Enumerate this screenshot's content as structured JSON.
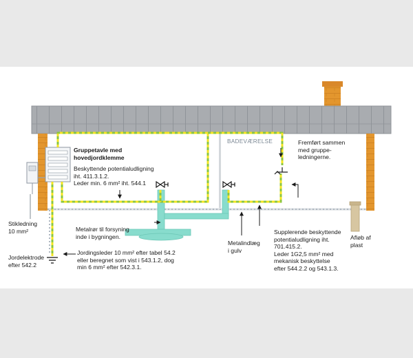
{
  "labels": {
    "panel_title": "Gruppetavle med\nhovedjordklemme",
    "protective_equipotential": "Beskyttende potentialudligning\niht. 411.3.1.2.\nLeder min. 6 mm² iht. 544.1",
    "room_name": "BADEVÆRELSE",
    "routed_together": "Fremført sammen\nmed gruppe-\nledningerne.",
    "supply_cable": "Stikledning\n10 mm²",
    "earth_electrode": "Jordelektrode\nefter 542.2",
    "metal_pipe": "Metalrør til forsyning\ninde i bygningen.",
    "earthing_conductor": "Jordingsleder 10 mm² efter tabel 54.2\neller beregnet som vist i 543.1.2, dog\nmin 6 mm² efter 542.3.1.",
    "floor_metal": "Metalindlæg\ni gulv",
    "supplementary_equipotential": "Supplerende beskyttende\npotentialudligning iht.\n701.415.2.\nLeder 1G2,5 mm² med\nmekanisk beskyttelse\nefter 544.2.2 og 543.1.3.",
    "plastic_drain": "Afløb af\nplast"
  },
  "colors": {
    "background": "#e9e9e9",
    "panel": "#ffffff",
    "roof": "#a9acb0",
    "brick": "#e3962e",
    "pipe": "#88dccd",
    "conductor_green": "#8cc63f",
    "conductor_yellow": "#f2e421",
    "wall": "#d4d8dc",
    "floor_dots": "#aeb7c0"
  },
  "icons": [
    "valve-icon",
    "earth-ground-icon",
    "distribution-board-icon",
    "meter-box-icon",
    "drain-pipe-icon",
    "arrow-icon"
  ]
}
